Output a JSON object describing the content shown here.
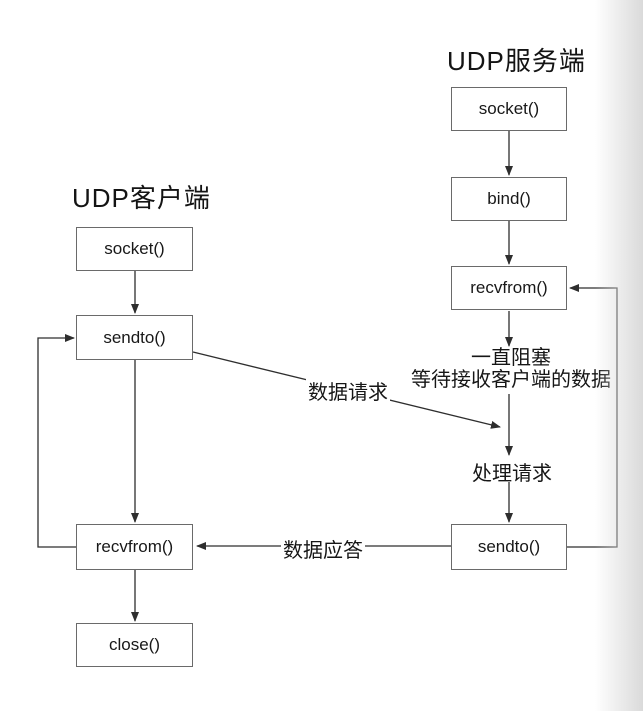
{
  "page": {
    "background": "#ffffff",
    "edge_shadow_color": "#dadada",
    "line_color": "#2e2e2e",
    "box_border_color": "#6a6a6a"
  },
  "client": {
    "title": "UDP客户端",
    "nodes": [
      {
        "label": "socket()"
      },
      {
        "label": "sendto()"
      },
      {
        "label": "recvfrom()"
      },
      {
        "label": "close()"
      }
    ]
  },
  "server": {
    "title": "UDP服务端",
    "nodes": [
      {
        "label": "socket()"
      },
      {
        "label": "bind()"
      },
      {
        "label": "recvfrom()"
      },
      {
        "label": "sendto()"
      }
    ]
  },
  "annotations": {
    "blocking_note_line1": "一直阻塞",
    "blocking_note_line2": "等待接收客户端的数据",
    "process_request": "处理请求",
    "data_request": "数据请求",
    "data_reply": "数据应答"
  }
}
